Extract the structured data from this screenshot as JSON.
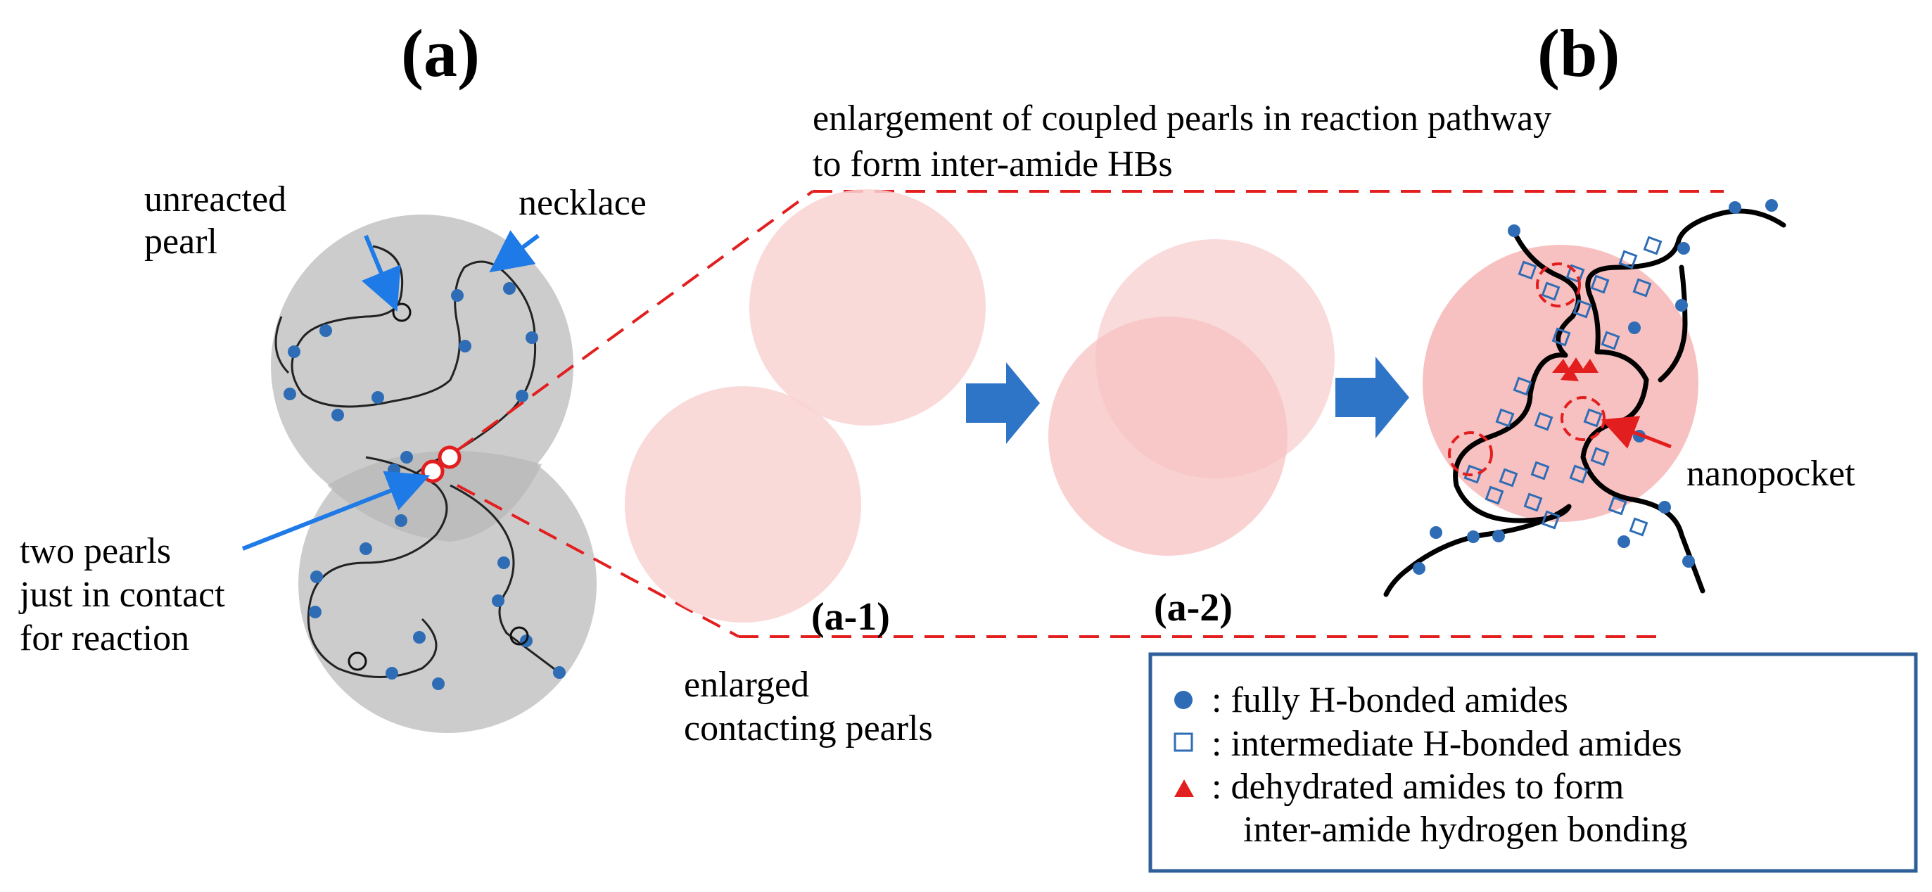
{
  "panels": {
    "a": {
      "heading": "(a)"
    },
    "b": {
      "heading": "(b)"
    }
  },
  "labels": {
    "unreacted_pearl": [
      "unreacted",
      "pearl"
    ],
    "necklace": "necklace",
    "two_pearls": [
      "two pearls",
      "just in contact",
      "for reaction"
    ],
    "enlargement": [
      "enlargement  of coupled pearls in reaction pathway",
      "to form  inter-amide HBs"
    ],
    "enlarged_contacting": [
      "enlarged",
      "contacting pearls"
    ],
    "nanopocket": "nanopocket",
    "a1": "(a-1)",
    "a2": "(a-2)"
  },
  "legend": {
    "items": [
      {
        "symbol": "filled-circle",
        "text": ": fully H-bonded amides"
      },
      {
        "symbol": "open-square",
        "text": ": intermediate H-bonded amides"
      },
      {
        "symbol": "filled-triangle",
        "text": ": dehydrated amides to form"
      },
      {
        "symbol": "none",
        "text": "inter-amide hydrogen bonding"
      }
    ]
  },
  "colors": {
    "amide_blue": "#2e6db5",
    "arrow_blue": "#2e75c8",
    "pointer_blue": "#1e7ae6",
    "red": "#e31e1e",
    "pearl_gray": "#cccccc",
    "pearl_pink": "#f9d2d2",
    "legend_border": "#2e5f99"
  }
}
